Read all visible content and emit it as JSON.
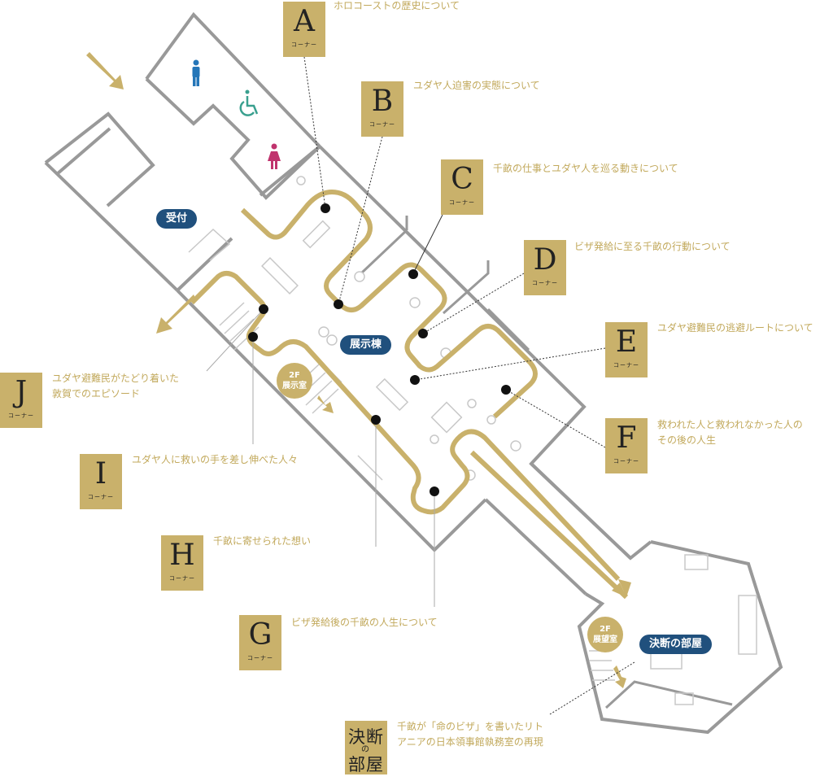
{
  "corners": [
    {
      "id": "A",
      "letter": "A",
      "sub": "コーナー",
      "desc": "ホロコーストの歴史について"
    },
    {
      "id": "B",
      "letter": "B",
      "sub": "コーナー",
      "desc": "ユダヤ人迫害の実態について"
    },
    {
      "id": "C",
      "letter": "C",
      "sub": "コーナー",
      "desc": "千畝の仕事とユダヤ人を巡る動きについて"
    },
    {
      "id": "D",
      "letter": "D",
      "sub": "コーナー",
      "desc": "ビザ発給に至る千畝の行動について"
    },
    {
      "id": "E",
      "letter": "E",
      "sub": "コーナー",
      "desc": "ユダヤ避難民の逃避ルートについて"
    },
    {
      "id": "F",
      "letter": "F",
      "sub": "コーナー",
      "desc": "救われた人と救われなかった人の\nその後の人生"
    },
    {
      "id": "G",
      "letter": "G",
      "sub": "コーナー",
      "desc": "ビザ発給後の千畝の人生について"
    },
    {
      "id": "H",
      "letter": "H",
      "sub": "コーナー",
      "desc": "千畝に寄せられた想い"
    },
    {
      "id": "I",
      "letter": "I",
      "sub": "コーナー",
      "desc": "ユダヤ人に救いの手を差し伸べた人々"
    },
    {
      "id": "J",
      "letter": "J",
      "sub": "コーナー",
      "desc": "ユダヤ避難民がたどり着いた\n敦賀でのエピソード"
    }
  ],
  "rooms": {
    "reception": "受付",
    "exhibition_hall": "展示棟",
    "decision_room": "決断の部屋"
  },
  "floors": {
    "exhibit_2f": {
      "floor": "2F",
      "name": "展示室"
    },
    "observation_2f": {
      "floor": "2F",
      "name": "展望室"
    }
  },
  "decision_room_mark": {
    "chars": [
      "決",
      "断",
      "の",
      "部",
      "屋"
    ]
  },
  "decision_room_desc": "千畝が「命のビザ」を書いたリト\nアニアの日本領事館執務室の再現",
  "colors": {
    "gold": "#c9b16b",
    "wall": "#999999",
    "navy": "#20507d",
    "text_gold": "#c2a95c",
    "male_icon": "#2576b8",
    "female_icon": "#c0336d",
    "accessible_icon": "#3aa08f"
  },
  "icons": [
    "entry-arrow-icon",
    "male-restroom-icon",
    "accessible-restroom-icon",
    "female-restroom-icon",
    "exit-arrow-icon"
  ]
}
